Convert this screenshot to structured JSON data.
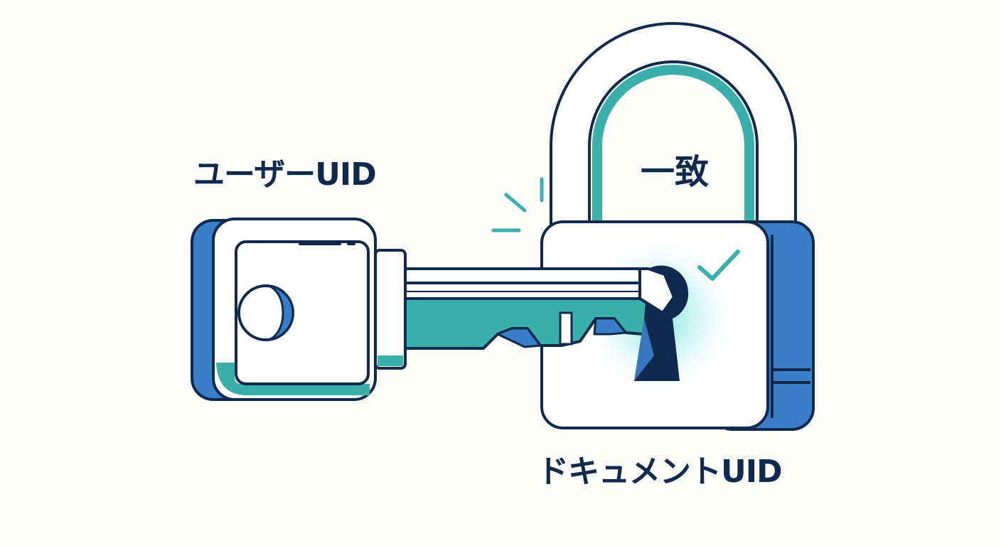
{
  "labels": {
    "user_uid": "ユーザーUID",
    "match": "一致",
    "document_uid": "ドキュメントUID"
  },
  "colors": {
    "navy": "#0f2a4d",
    "blue": "#3a7ec9",
    "teal": "#3bb0aa",
    "white": "#ffffff",
    "background": "#fcfcfb"
  },
  "icons": {
    "key": "key-icon",
    "padlock": "padlock-icon",
    "check": "checkmark-icon",
    "spark": "spark-icon"
  }
}
